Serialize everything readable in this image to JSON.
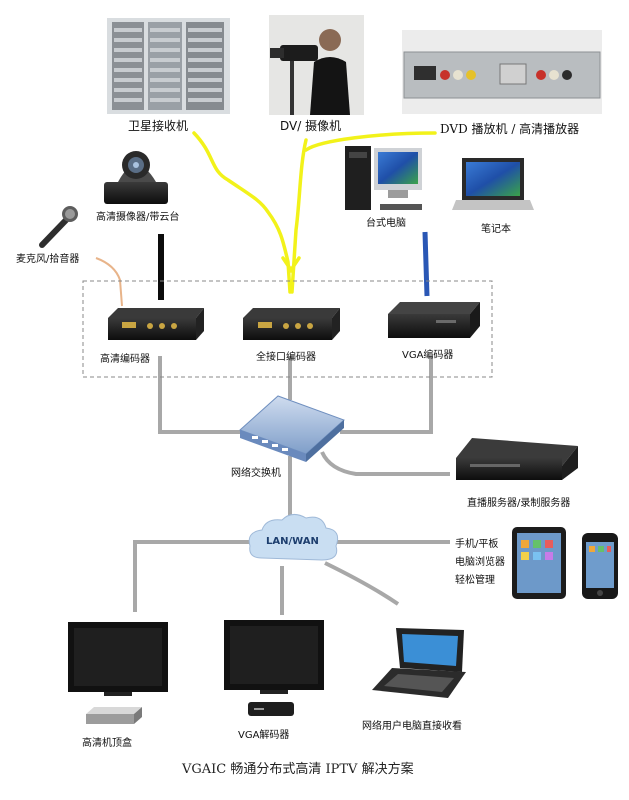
{
  "colors": {
    "link_gray": "#a8a8a8",
    "video_yellow": "#f2f21a",
    "vga_blue": "#2a57b5",
    "camera_black": "#0c0c0c",
    "mic_tan": "#e8b48a",
    "cloud_blue": "#c9def2",
    "switch_blue": "#9bb5d6"
  },
  "devices": {
    "satellite": {
      "label": "卫星接收机"
    },
    "dv_camera": {
      "label": "DV/ 摄像机"
    },
    "dvd_player": {
      "label": "DVD 播放机 / 高清播放器"
    },
    "hd_camera": {
      "label": "高清摄像器/带云台"
    },
    "desktop": {
      "label": "台式电脑"
    },
    "laptop": {
      "label": "笔记本"
    },
    "microphone": {
      "label": "麦克风/拾音器"
    },
    "hd_encoder": {
      "label": "高清编码器"
    },
    "full_encoder": {
      "label": "全接口编码器"
    },
    "vga_encoder": {
      "label": "VGA编码器"
    },
    "switch": {
      "label": "网络交换机"
    },
    "server": {
      "label": "直播服务器/录制服务器"
    },
    "cloud": {
      "label": "LAN/WAN"
    },
    "mobile": {
      "lines": [
        "手机/平板",
        "电脑浏览器",
        "轻松管理"
      ]
    },
    "stb": {
      "label": "高清机顶盒"
    },
    "vga_decoder": {
      "label": "VGA解码器"
    },
    "netbook": {
      "label": "网络用户电脑直接收看"
    }
  },
  "caption": "VGAIC 畅通分布式高清 IPTV 解决方案"
}
